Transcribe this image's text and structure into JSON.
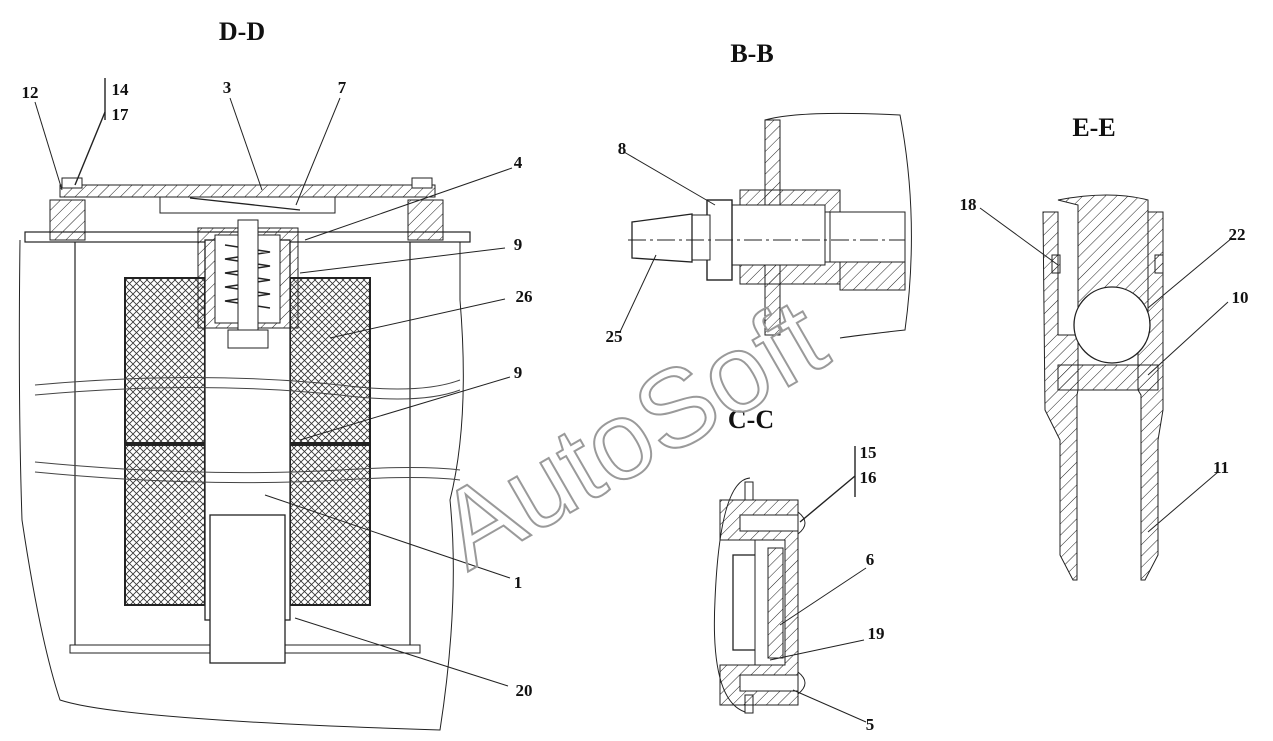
{
  "views": {
    "dd": {
      "title": "D-D"
    },
    "bb": {
      "title": "B-B"
    },
    "ee": {
      "title": "E-E"
    },
    "cc": {
      "title": "C-C"
    }
  },
  "callouts": {
    "c12": "12",
    "c14": "14",
    "c17": "17",
    "c3": "3",
    "c7": "7",
    "c4": "4",
    "c9a": "9",
    "c26": "26",
    "c9b": "9",
    "c1": "1",
    "c20": "20",
    "c8": "8",
    "c25": "25",
    "c15": "15",
    "c16": "16",
    "c6": "6",
    "c19": "19",
    "c5": "5",
    "c18": "18",
    "c22": "22",
    "c10": "10",
    "c11": "11"
  },
  "watermark": {
    "text": "AutoSoft"
  }
}
